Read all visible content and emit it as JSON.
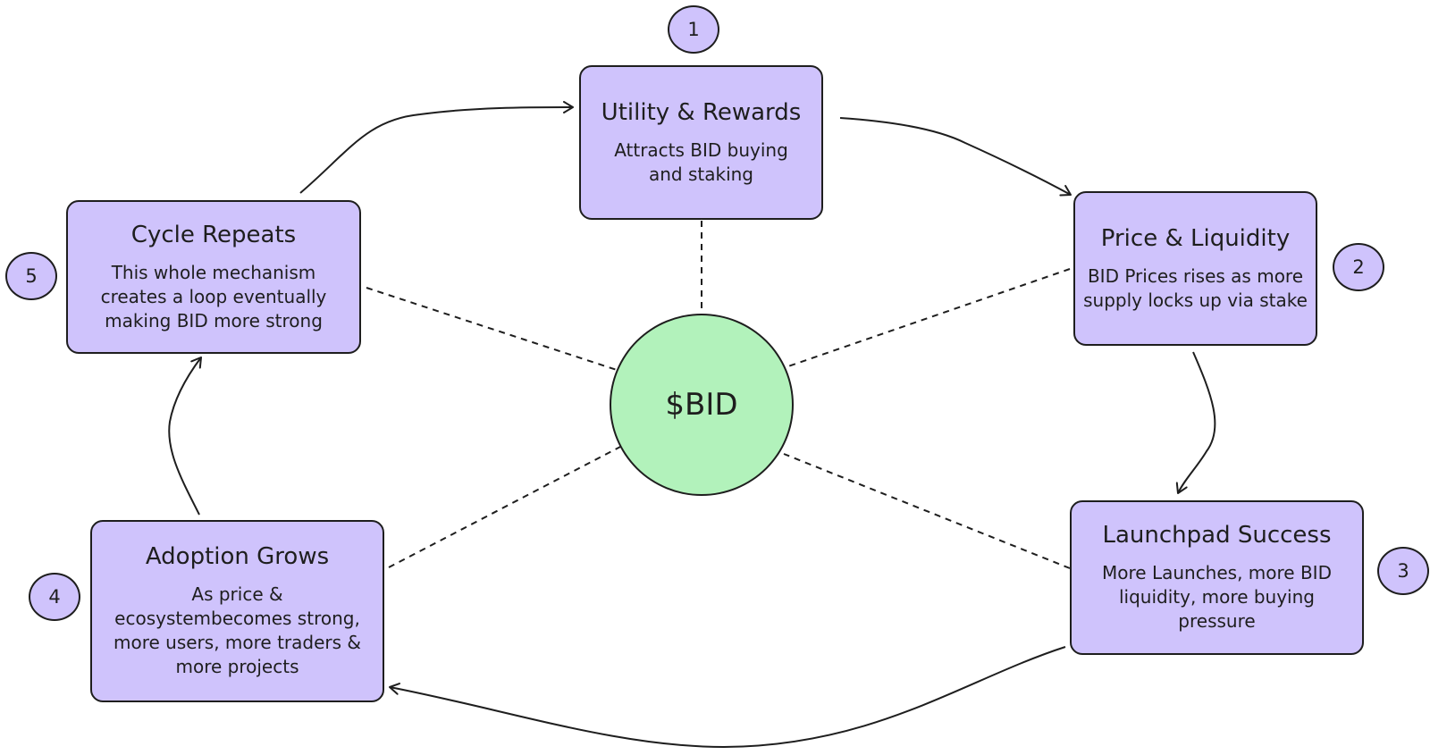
{
  "diagram": {
    "hub": {
      "label": "$BID",
      "color": "#b2f2bb"
    },
    "node_color": "#cfc3fc",
    "nodes": [
      {
        "step": "1",
        "title": "Utility & Rewards",
        "description": "Attracts BID buying and staking"
      },
      {
        "step": "2",
        "title": "Price & Liquidity",
        "description": "BID Prices rises as more supply locks up via stake"
      },
      {
        "step": "3",
        "title": "Launchpad Success",
        "description": "More Launches, more BID liquidity, more buying pressure"
      },
      {
        "step": "4",
        "title": "Adoption Grows",
        "description": "As price & ecosystembecomes strong, more users, more traders & more projects"
      },
      {
        "step": "5",
        "title": "Cycle Repeats",
        "description": "This whole mechanism creates a loop eventually making BID more strong"
      }
    ],
    "flow": [
      {
        "from": "Cycle Repeats",
        "to": "Utility & Rewards"
      },
      {
        "from": "Utility & Rewards",
        "to": "Price & Liquidity"
      },
      {
        "from": "Price & Liquidity",
        "to": "Launchpad Success"
      },
      {
        "from": "Launchpad Success",
        "to": "Adoption Grows"
      },
      {
        "from": "Adoption Grows",
        "to": "Cycle Repeats"
      }
    ]
  }
}
